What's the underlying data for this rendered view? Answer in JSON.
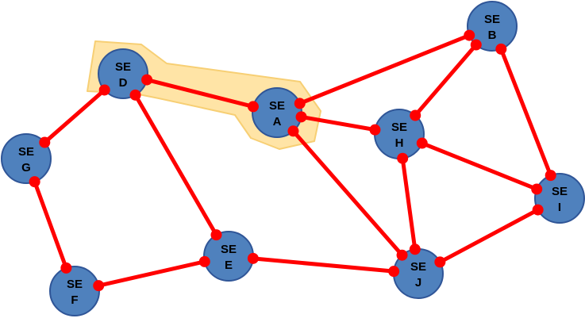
{
  "colors": {
    "node_fill": "#4f81bd",
    "node_stroke": "#2f5597",
    "link": "#ff0000",
    "highlight_fill": "#ffe4a6",
    "highlight_stroke": "#f7cf74"
  },
  "nodes": [
    {
      "id": "A",
      "line1": "SE",
      "line2": "A"
    },
    {
      "id": "B",
      "line1": "SE",
      "line2": "B"
    },
    {
      "id": "D",
      "line1": "SE",
      "line2": "D"
    },
    {
      "id": "G",
      "line1": "SE",
      "line2": "G"
    },
    {
      "id": "H",
      "line1": "SE",
      "line2": "H"
    },
    {
      "id": "I",
      "line1": "SE",
      "line2": "I"
    },
    {
      "id": "E",
      "line1": "SE",
      "line2": "E"
    },
    {
      "id": "F",
      "line1": "SE",
      "line2": "F"
    },
    {
      "id": "J",
      "line1": "SE",
      "line2": "J"
    }
  ],
  "links": [
    {
      "from": "D",
      "to": "A"
    },
    {
      "from": "A",
      "to": "B"
    },
    {
      "from": "A",
      "to": "H"
    },
    {
      "from": "A",
      "to": "J"
    },
    {
      "from": "B",
      "to": "H"
    },
    {
      "from": "B",
      "to": "I"
    },
    {
      "from": "H",
      "to": "I"
    },
    {
      "from": "H",
      "to": "J"
    },
    {
      "from": "I",
      "to": "J"
    },
    {
      "from": "E",
      "to": "J"
    },
    {
      "from": "D",
      "to": "E"
    },
    {
      "from": "D",
      "to": "G"
    },
    {
      "from": "G",
      "to": "F"
    },
    {
      "from": "F",
      "to": "E"
    }
  ],
  "highlight": {
    "nodes": [
      "D",
      "A"
    ]
  }
}
